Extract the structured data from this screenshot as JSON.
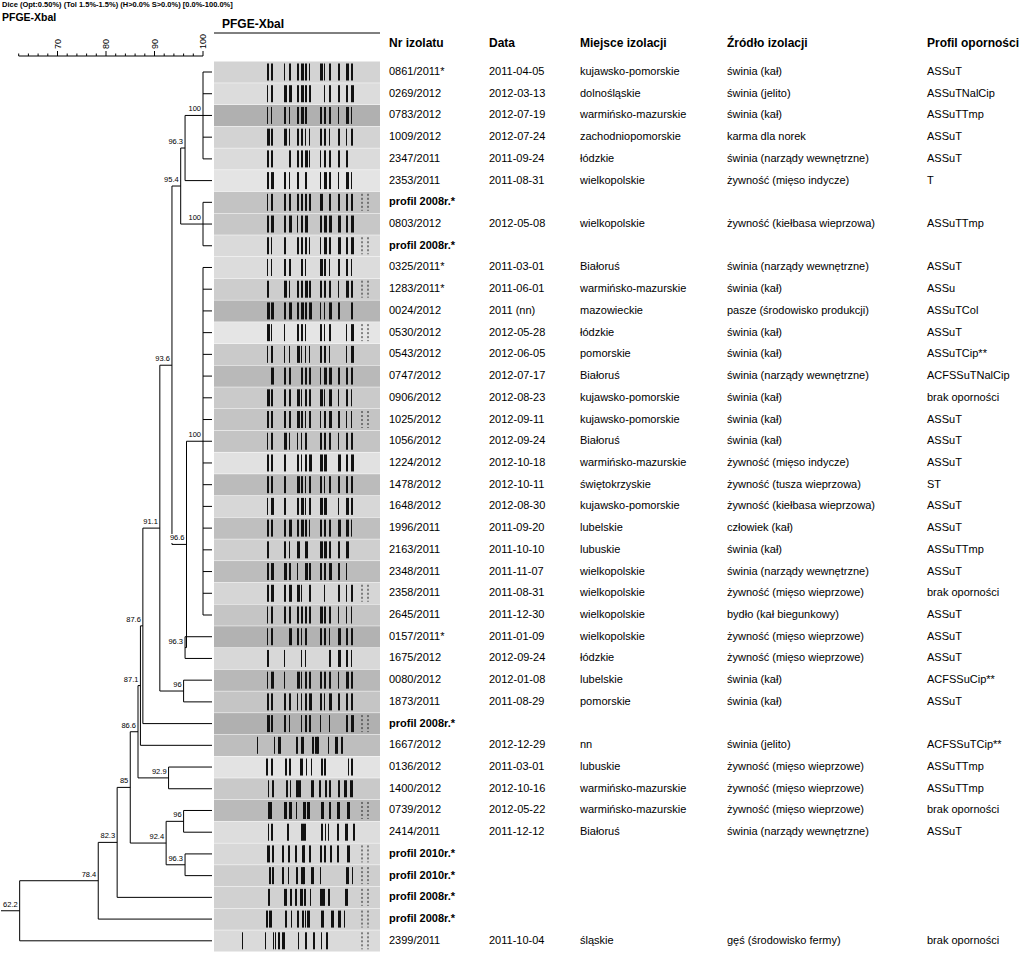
{
  "diagram": {
    "labels": [
      "Dice (Opt:0.50%) (Tol 1.5%-1.5%) (H>0.0% S>0.0%) [0.0%-100.0%]",
      "PFGE-XbaI",
      "70",
      "80",
      "90",
      "100",
      "PFGE-XbaI",
      "Nr izolatu",
      "Data",
      "Miejsce izolacji",
      "Źródło izolacji",
      "Profil oporności",
      "0861/2011*",
      "2011-04-05",
      "kujawsko-pomorskie",
      "świnia (kał)",
      "ASSuT",
      "0269/2012",
      "2012-03-13",
      "dolnośląskie",
      "świnia (jelito)",
      "ASSuTNalCip",
      "0783/2012",
      "2012-07-19",
      "warmińsko-mazurskie",
      "świnia (kał)",
      "ASSuTTmp",
      "1009/2012",
      "2012-07-24",
      "zachodniopomorskie",
      "karma dla norek",
      "ASSuT",
      "2347/2011",
      "2011-09-24",
      "łódzkie",
      "świnia (narządy wewnętrzne)",
      "ASSuT",
      "2353/2011",
      "2011-08-31",
      "wielkopolskie",
      "żywność (mięso indycze)",
      "T",
      "profil 2008r.*",
      "0803/2012",
      "2012-05-08",
      "wielkopolskie",
      "żywność (kiełbasa wieprzowa)",
      "ASSuTTmp",
      "profil 2008r.*",
      "0325/2011*",
      "2011-03-01",
      "Białoruś",
      "świnia (narządy wewnętrzne)",
      "ASSuT",
      "1283/2011*",
      "2011-06-01",
      "warmińsko-mazurskie",
      "świnia (kał)",
      "ASSu",
      "0024/2012",
      "2011 (nn)",
      "mazowieckie",
      "pasze (środowisko produkcji)",
      "ASSuTCol",
      "0530/2012",
      "2012-05-28",
      "łódzkie",
      "świnia (kał)",
      "ASSuT",
      "0543/2012",
      "2012-06-05",
      "pomorskie",
      "świnia (kał)",
      "ASSuTCip**",
      "0747/2012",
      "2012-07-17",
      "Białoruś",
      "świnia (narządy wewnętrzne)",
      "ACFSSuTNalCip",
      "0906/2012",
      "2012-08-23",
      "kujawsko-pomorskie",
      "świnia (kał)",
      "brak oporności",
      "1025/2012",
      "2012-09-11",
      "kujawsko-pomorskie",
      "świnia (kał)",
      "ASSuT",
      "1056/2012",
      "2012-09-24",
      "Białoruś",
      "świnia (kał)",
      "ASSuT",
      "1224/2012",
      "2012-10-18",
      "warmińsko-mazurskie",
      "żywność (mięso indycze)",
      "ASSuT",
      "1478/2012",
      "2012-10-11",
      "świętokrzyskie",
      "żywność (tusza wieprzowa)",
      "ST",
      "1648/2012",
      "2012-08-30",
      "kujawsko-pomorskie",
      "żywność (kiełbasa wieprzowa)",
      "ASSuT",
      "1996/2011",
      "2011-09-20",
      "lubelskie",
      "człowiek (kał)",
      "ASSuT",
      "2163/2011",
      "2011-10-10",
      "lubuskie",
      "świnia (kał)",
      "ASSuTTmp",
      "2348/2011",
      "2011-11-07",
      "wielkopolskie",
      "świnia (narządy wewnętrzne)",
      "ASSuT",
      "2358/2011",
      "2011-08-31",
      "wielkopolskie",
      "żywność (mięso wieprzowe)",
      "brak oporności",
      "2645/2011",
      "2011-12-30",
      "wielkopolskie",
      "bydło (kał biegunkowy)",
      "ASSuT",
      "0157/2011*",
      "2011-01-09",
      "wielkopolskie",
      "żywność (mięso wieprzowe)",
      "ASSuT",
      "1675/2012",
      "2012-09-24",
      "łódzkie",
      "żywność (mięso wieprzowe)",
      "ASSuT",
      "0080/2012",
      "2012-01-08",
      "lubelskie",
      "świnia (kał)",
      "ACFSSuCip**",
      "1873/2011",
      "2011-08-29",
      "pomorskie",
      "świnia (kał)",
      "ASSuT",
      "profil 2008r.*",
      "1667/2012",
      "2012-12-29",
      "nn",
      "świnia (jelito)",
      "ACFSSuTCip**",
      "0136/2012",
      "2011-03-01",
      "lubuskie",
      "żywność (mięso wieprzowe)",
      "ASSuTTmp",
      "1400/2012",
      "2012-10-16",
      "warmińsko-mazurskie",
      "żywność (mięso wieprzowe)",
      "ASSuTTmp",
      "0739/2012",
      "2012-05-22",
      "warmińsko-mazurskie",
      "żywność (mięso wieprzowe)",
      "brak oporności",
      "2414/2011",
      "2011-12-12",
      "Białoruś",
      "świnia (narządy wewnętrzne)",
      "ASSuT",
      "profil 2010r.*",
      "profil 2010r.*",
      "profil 2008r.*",
      "profil 2008r.*",
      "2399/2011",
      "2011-10-04",
      "śląskie",
      "gęś (środowisko fermy)",
      "brak oporności",
      "100",
      "96.3",
      "100",
      "95.4",
      "96.6",
      "93.6",
      "91.1",
      "100",
      "96.3",
      "96",
      "87.6",
      "87.1",
      "86.6",
      "92.9",
      "85",
      "96",
      "92.4",
      "96.3",
      "82.3",
      "78.4",
      "62.2"
    ]
  }
}
